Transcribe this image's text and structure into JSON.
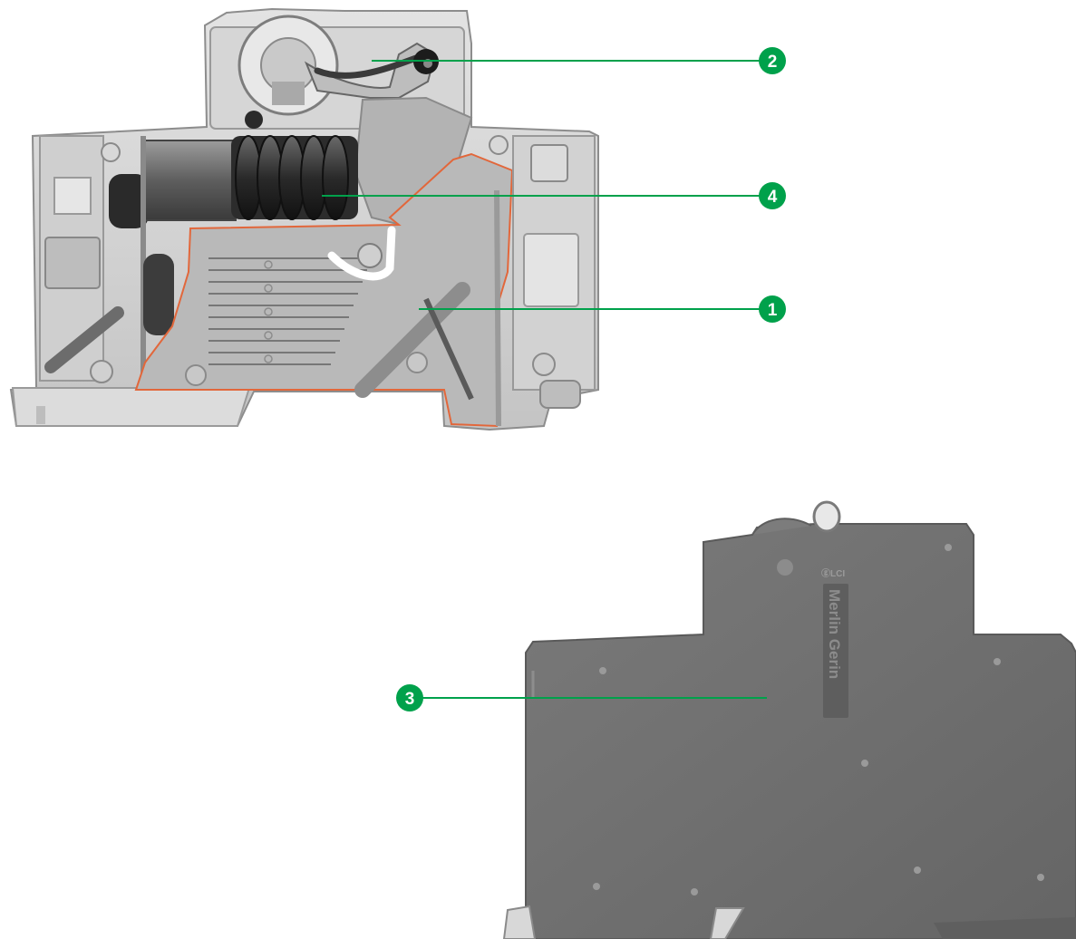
{
  "callouts": [
    {
      "id": "1",
      "label": "1"
    },
    {
      "id": "2",
      "label": "2"
    },
    {
      "id": "3",
      "label": "3"
    },
    {
      "id": "4",
      "label": "4"
    }
  ],
  "product": {
    "brand": "Merlin Gerin",
    "certification_mark": "ⓖLCI"
  },
  "colors": {
    "callout_fill": "#00a14b",
    "leader_line": "#00a14b",
    "arc_chamber_outline": "#e2673b",
    "housing_light": "#cfcfcf",
    "housing_dark": "#6f6f6f"
  }
}
